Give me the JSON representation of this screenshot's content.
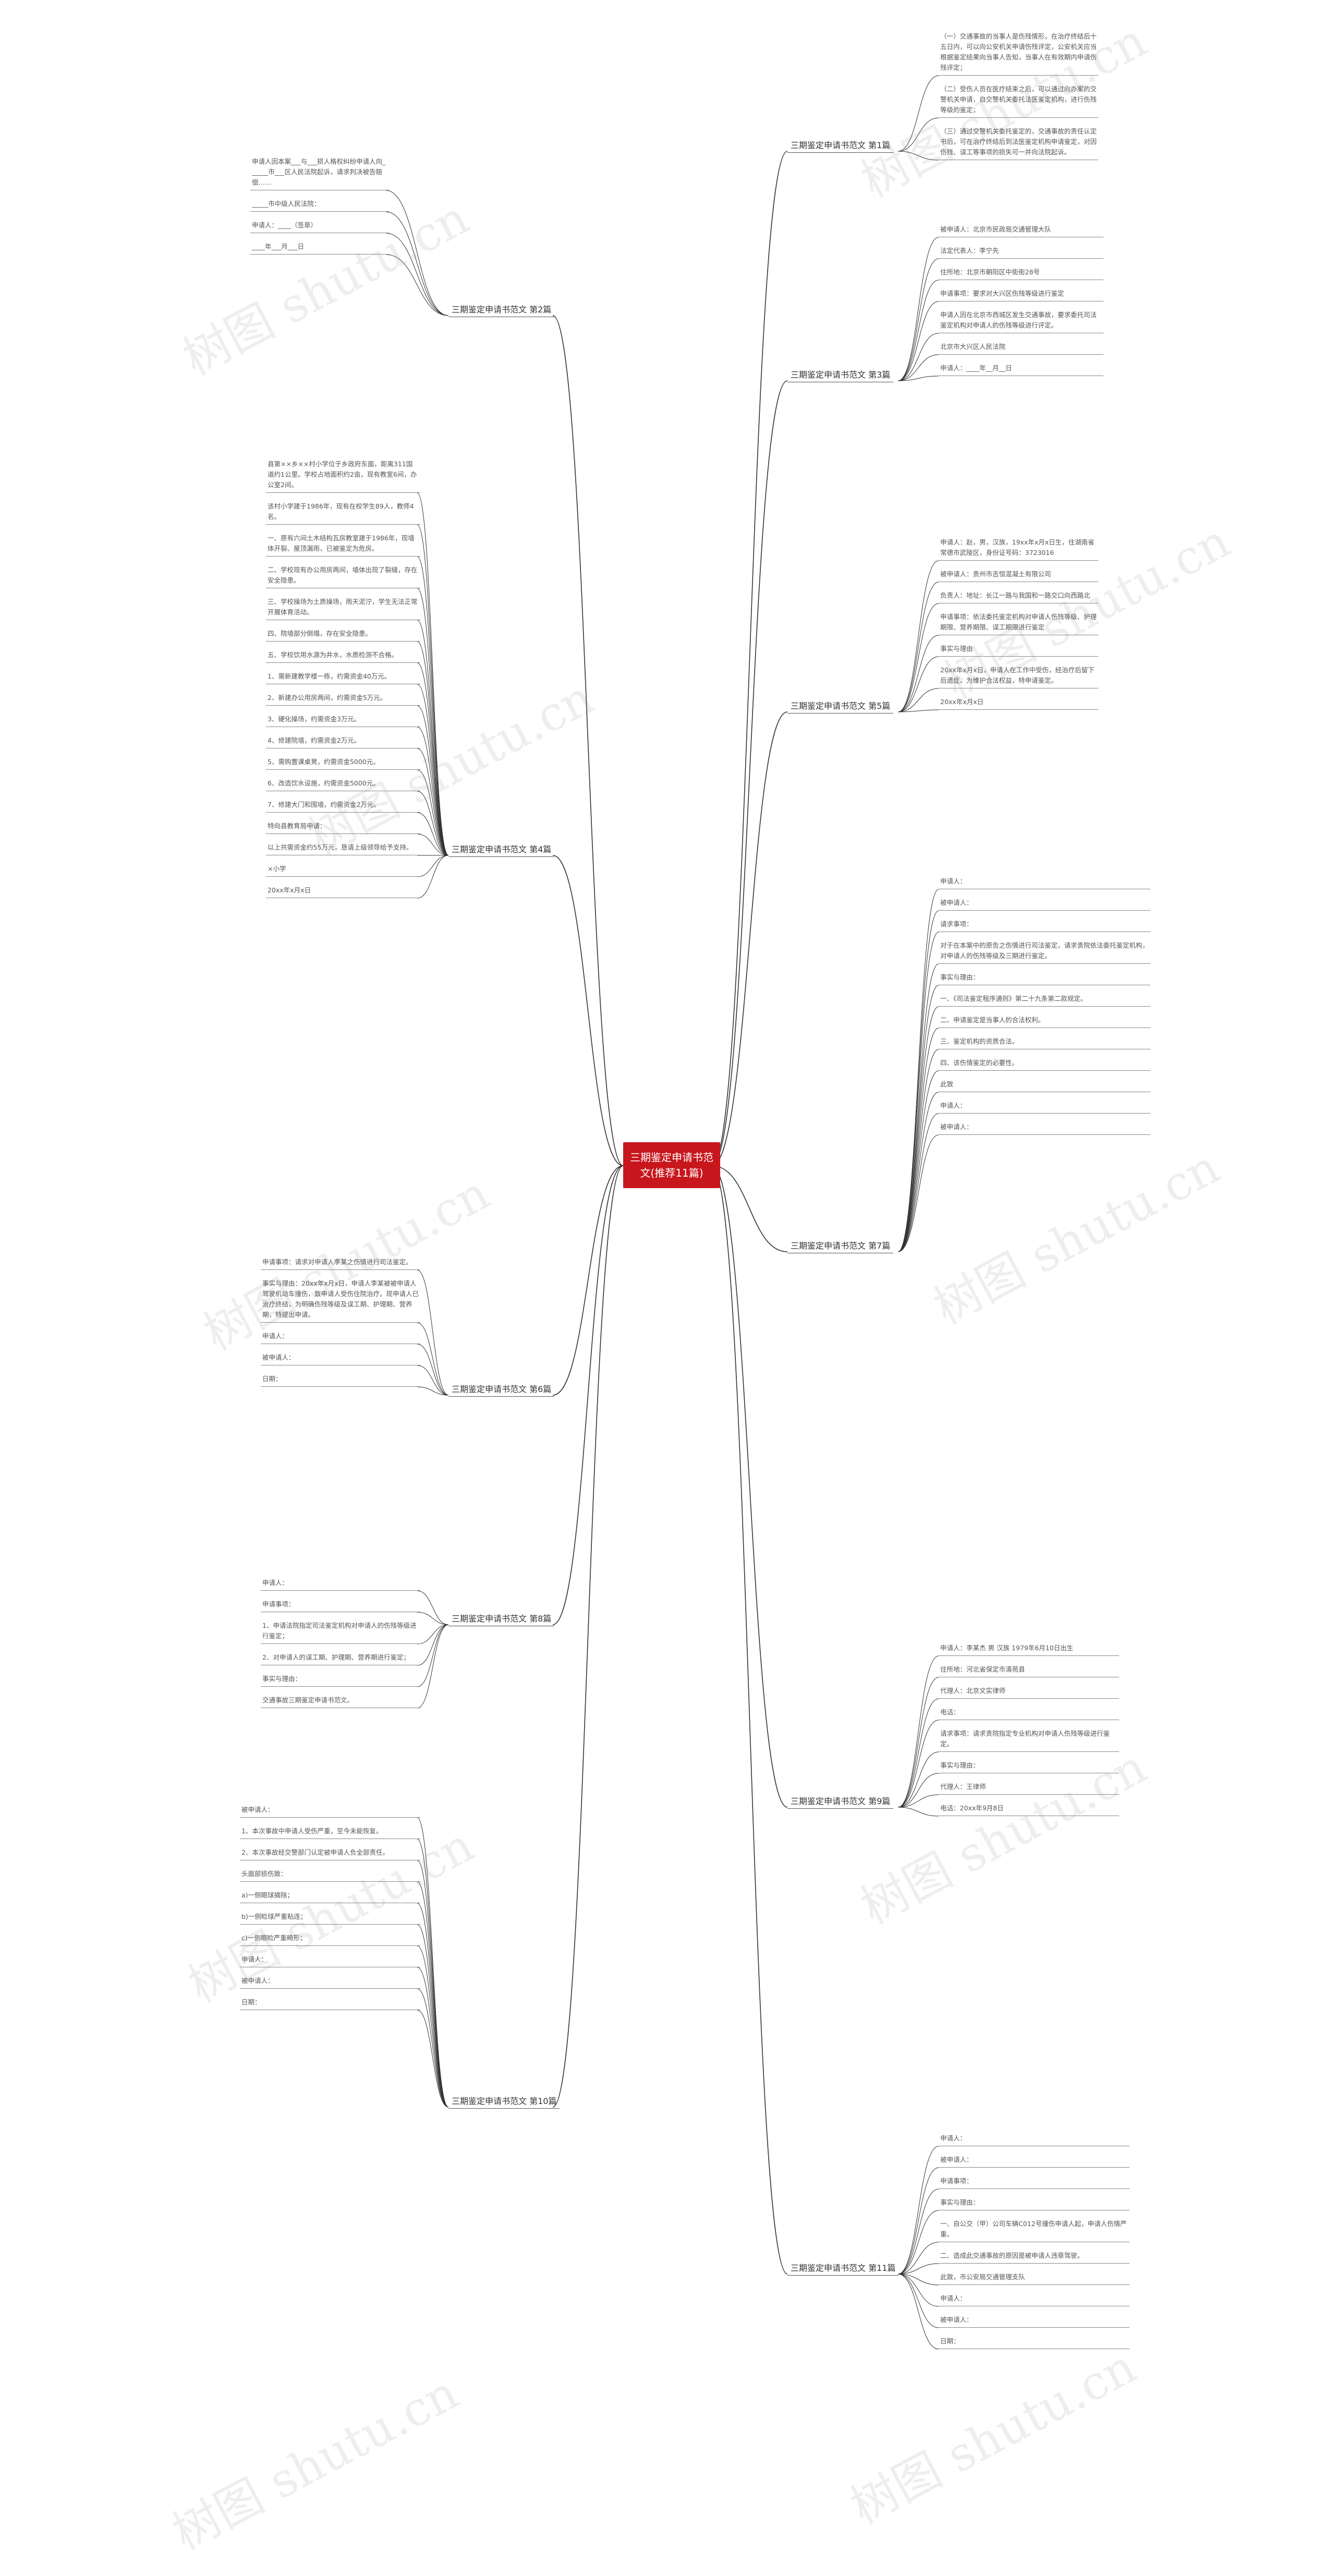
{
  "root": {
    "title": "三期鉴定申请书范文(推荐11篇)"
  },
  "watermark": "树图 shutu.cn",
  "branches": [
    {
      "label": "三期鉴定申请书范文 第1篇",
      "leaves": [
        "（一）交通事故的当事人是伤残情形，在治疗终结后十五日内，可以向公安机关申请伤残评定，公安机关应当根据鉴定结果向当事人告知，当事人在有效期内申请伤残评定；",
        "（二）受伤人员在医疗结束之后，可以通过向办案的交警机关申请，自交警机关委托法医鉴定机构，进行伤残等级的鉴定；",
        "（三）通过交警机关委托鉴定的，交通事故的责任认定书后，可在治疗终结后到法医鉴定机构申请鉴定，对因伤残、误工等事项的损失可一并向法院起诉。"
      ]
    },
    {
      "label": "三期鉴定申请书范文 第2篇",
      "leaves": [
        "申请人因本案___与___损人格权纠纷申请人向______市___区人民法院起诉，请求判决被告赔偿……",
        "_____市中级人民法院：",
        "申请人：____（签章）",
        "____年___月___日"
      ]
    },
    {
      "label": "三期鉴定申请书范文 第3篇",
      "leaves": [
        "被申请人：北京市民政局交通管理大队",
        "法定代表人：李宁先",
        "住所地：北京市朝阳区中街街28号",
        "申请事项：要求对大兴区伤残等级进行鉴定",
        "申请人因在北京市西城区发生交通事故，要求委托司法鉴定机构对申请人的伤残等级进行评定。",
        "北京市大兴区人民法院",
        "申请人：____年__月__日"
      ]
    },
    {
      "label": "三期鉴定申请书范文 第4篇",
      "leaves": [
        "县第××乡××村小学位于乡政府东面，距离311国道约1公里。学校占地面积约2亩，现有教室6间，办公室2间。",
        "该村小学建于1986年，现有在校学生89人，教师4名。",
        "一、原有六间土木结构瓦房教室建于1986年，现墙体开裂、屋顶漏雨，已被鉴定为危房。",
        "二、学校现有办公用房两间，墙体出现了裂缝，存在安全隐患。",
        "三、学校操场为土质操场，雨天泥泞，学生无法正常开展体育活动。",
        "四、院墙部分倒塌，存在安全隐患。",
        "五、学校饮用水源为井水，水质检测不合格。",
        "1、需新建教学楼一栋，约需资金40万元。",
        "2、新建办公用房两间，约需资金5万元。",
        "3、硬化操场，约需资金3万元。",
        "4、修建院墙，约需资金2万元。",
        "5、需购置课桌凳，约需资金5000元。",
        "6、改造饮水设施，约需资金5000元。",
        "7、修建大门和围墙，约需资金2万元。",
        "特向县教育局申请：",
        "以上共需资金约55万元，恳请上级领导给予支持。",
        "×小学",
        "20xx年x月x日"
      ]
    },
    {
      "label": "三期鉴定申请书范文 第5篇",
      "leaves": [
        "申请人：赵，男，汉族，19xx年x月x日生，住湖南省常德市武陵区，身份证号码：3723016",
        "被申请人：贵州市吉恒混凝土有限公司",
        "负责人：地址：长江一路与我国和一路交口向西路北",
        "申请事项：依法委托鉴定机构对申请人伤残等级、护理期限、营养期限、误工期限进行鉴定",
        "事实与理由",
        "20xx年x月x日，申请人在工作中受伤，经治疗后留下后遗症。为维护合法权益，特申请鉴定。",
        "20xx年x月x日"
      ]
    },
    {
      "label": "三期鉴定申请书范文 第6篇",
      "leaves": [
        "申请事项：请求对申请人李某之伤情进行司法鉴定。",
        "事实与理由：20xx年x月x日，申请人李某被被申请人驾驶机动车撞伤，致申请人受伤住院治疗。现申请人已治疗终结，为明确伤残等级及误工期、护理期、营养期，特提出申请。",
        "申请人：",
        "被申请人：",
        "日期："
      ]
    },
    {
      "label": "三期鉴定申请书范文 第7篇",
      "leaves": [
        "申请人：",
        "被申请人：",
        "请求事项：",
        "对于在本案中的原告之伤情进行司法鉴定，请求贵院依法委托鉴定机构，对申请人的伤残等级及三期进行鉴定。",
        "事实与理由：",
        "一、《司法鉴定程序通则》第二十九条第二款规定。",
        "二、申请鉴定是当事人的合法权利。",
        "三、鉴定机构的资质合法。",
        "四、该伤情鉴定的必要性。",
        "此致",
        "申请人：",
        "被申请人："
      ]
    },
    {
      "label": "三期鉴定申请书范文 第8篇",
      "leaves": [
        "申请人：",
        "申请事项：",
        "1、申请法院指定司法鉴定机构对申请人的伤残等级进行鉴定；",
        "2、对申请人的误工期、护理期、营养期进行鉴定；",
        "事实与理由：",
        "交通事故三期鉴定申请书范文。"
      ]
    },
    {
      "label": "三期鉴定申请书范文 第9篇",
      "leaves": [
        "申请人：李某杰 男 汉族 1979年6月10日出生",
        "住所地：河北省保定市清苑县",
        "代理人：北京文实律师",
        "电话：",
        "请求事项：请求贵院指定专业机构对申请人伤残等级进行鉴定。",
        "事实与理由：",
        "代理人：王律师",
        "电话：20xx年9月8日"
      ]
    },
    {
      "label": "三期鉴定申请书范文 第10篇",
      "leaves": [
        "被申请人：",
        "1、本次事故中申请人受伤严重，至今未能恢复。",
        "2、本次事故经交警部门认定被申请人负全部责任。",
        "头面部损伤致：",
        "a)一侧眼球摘除；",
        "b)一侧睑球严重粘连；",
        "c)一侧眼睑严重畸形；",
        "申请人：",
        "被申请人：",
        "日期："
      ]
    },
    {
      "label": "三期鉴定申请书范文 第11篇",
      "leaves": [
        "申请人：",
        "被申请人：",
        "申请事项：",
        "事实与理由：",
        "一、自公交（甲）公司车辆C012号撞伤申请人起，申请人伤情严重。",
        "二、造成此交通事故的原因是被申请人违章驾驶。",
        "此致，市公安局交通管理支队",
        "申请人：",
        "被申请人：",
        "日期："
      ]
    }
  ]
}
